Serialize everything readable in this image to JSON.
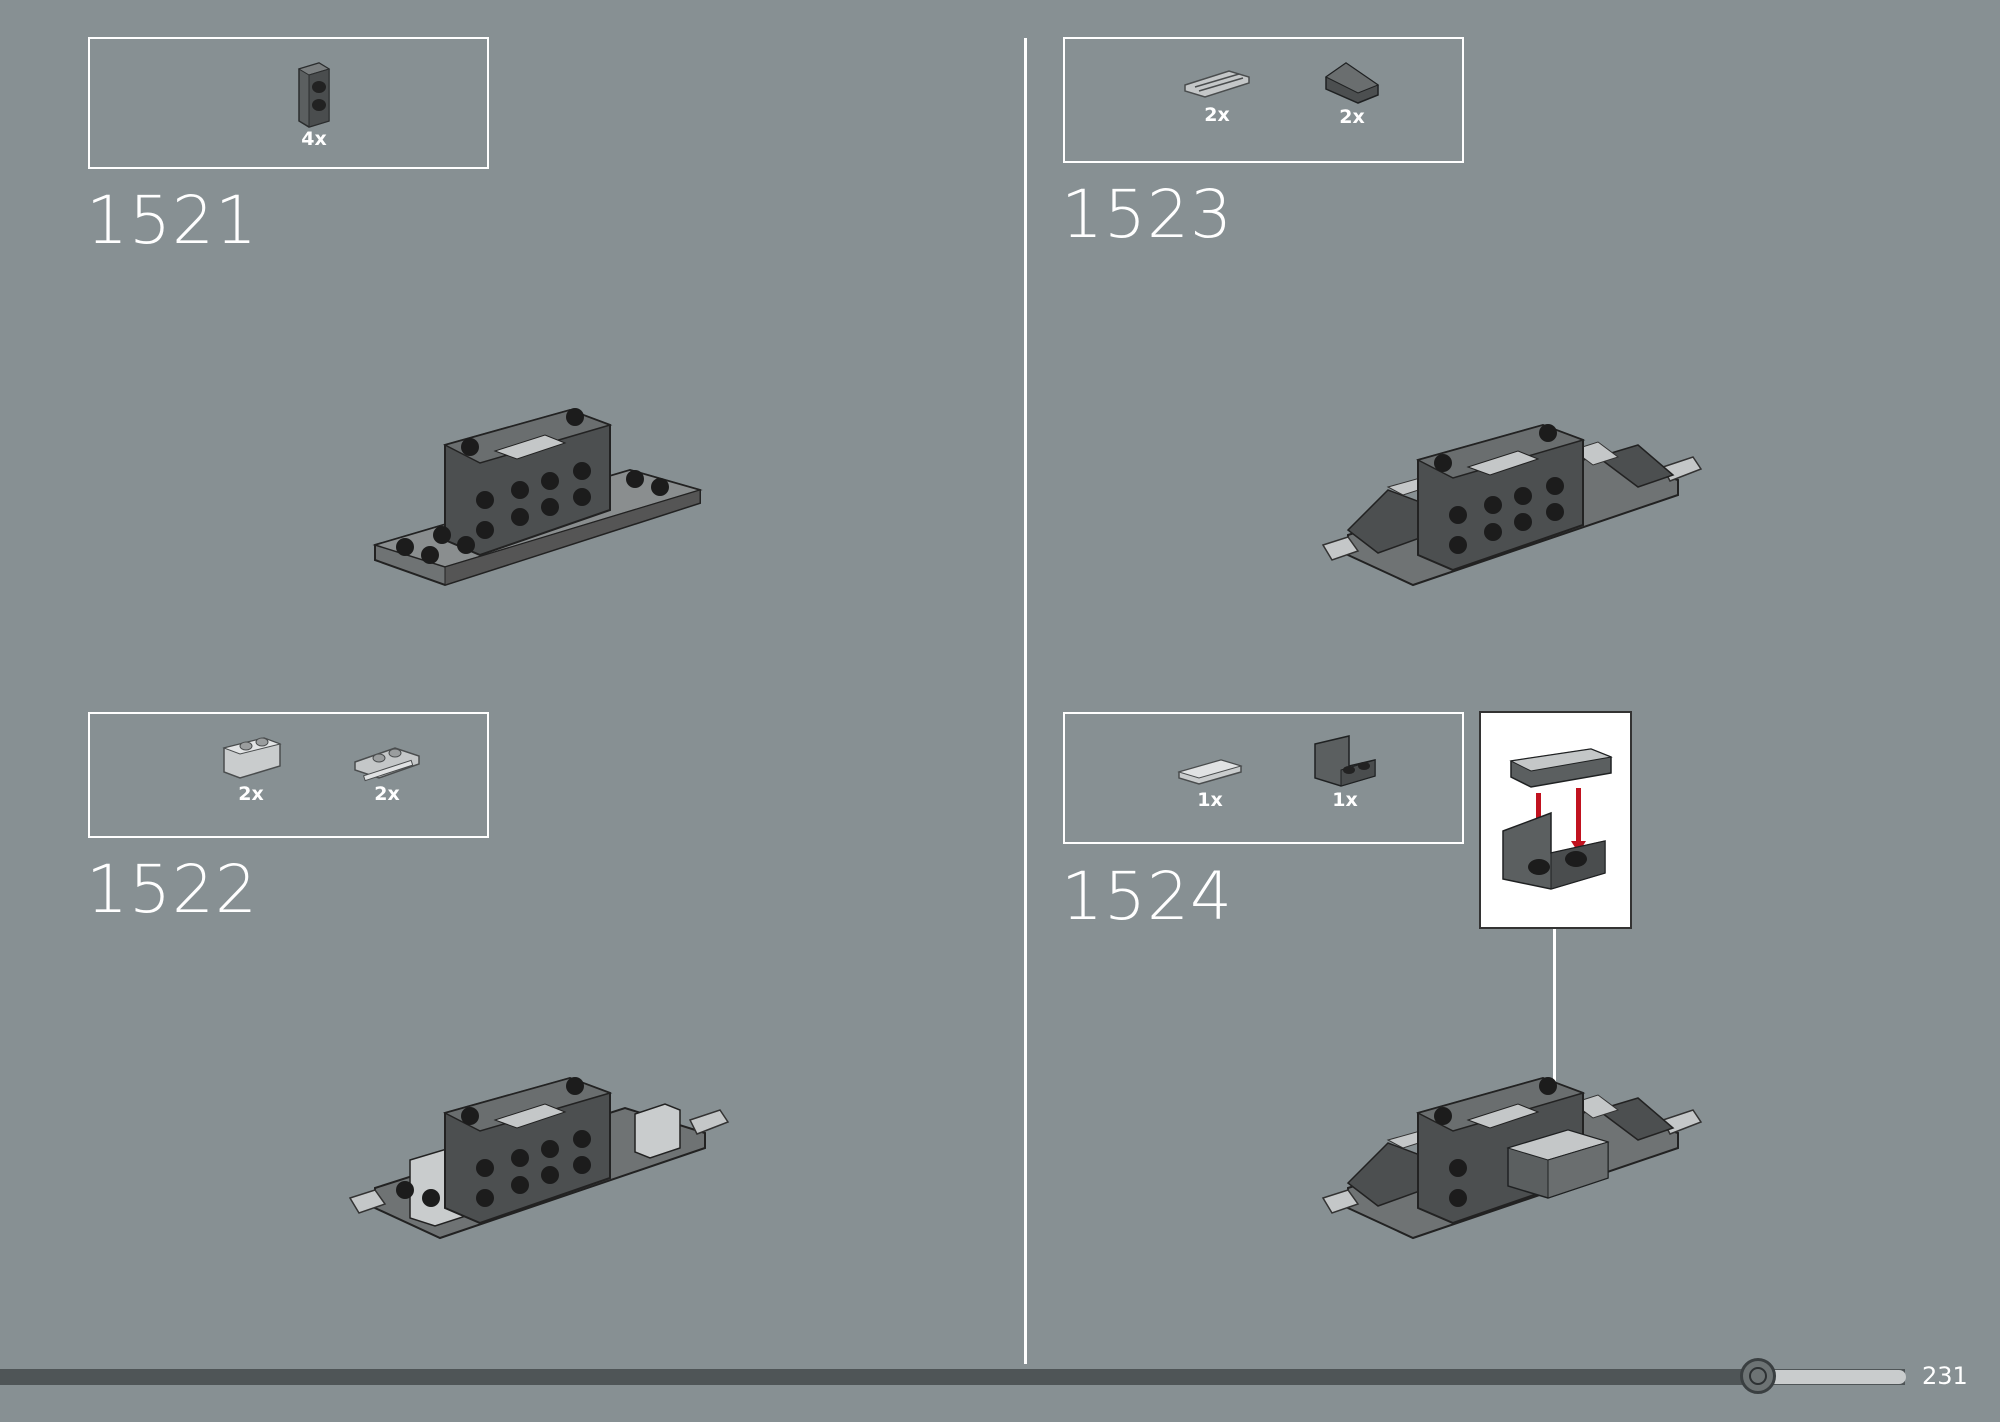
{
  "page": {
    "number": "231"
  },
  "progress": {
    "fraction": 0.88
  },
  "steps": [
    {
      "number": "1521",
      "parts": [
        {
          "name": "brick-1x1-studs-two-sides-dark",
          "qty": "4x"
        }
      ]
    },
    {
      "number": "1522",
      "parts": [
        {
          "name": "brick-1x2-light",
          "qty": "2x"
        },
        {
          "name": "plate-1x2-bar-handle-light",
          "qty": "2x"
        }
      ]
    },
    {
      "number": "1523",
      "parts": [
        {
          "name": "plate-1x2-rail-light",
          "qty": "2x"
        },
        {
          "name": "slope-dark",
          "qty": "2x"
        }
      ]
    },
    {
      "number": "1524",
      "parts": [
        {
          "name": "tile-1x2-light",
          "qty": "1x"
        },
        {
          "name": "bracket-1x2-2x2-dark",
          "qty": "1x"
        }
      ]
    }
  ]
}
